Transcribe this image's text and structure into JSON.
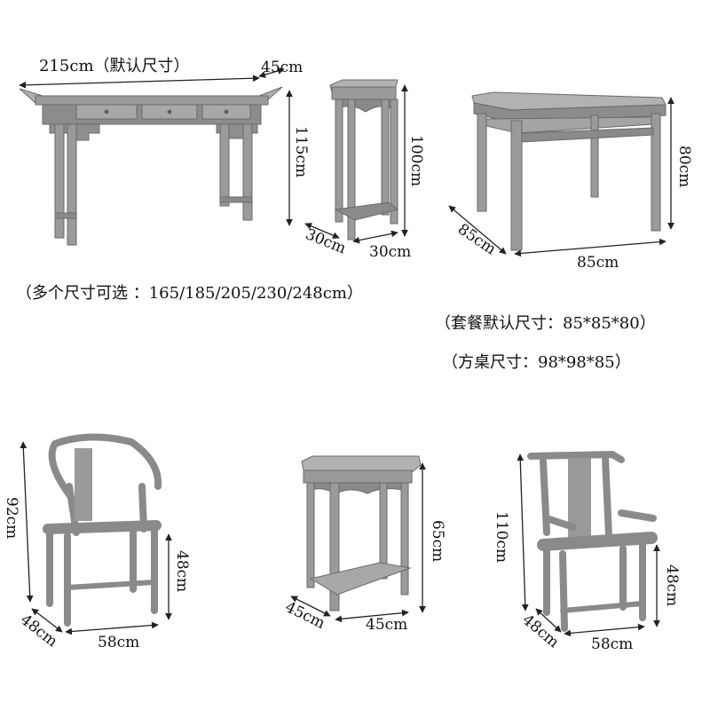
{
  "colors": {
    "furniture_fill": "#9a9a9a",
    "furniture_dark": "#7a7a7a",
    "furniture_light": "#b8b8b8",
    "line": "#222222",
    "background": "#ffffff"
  },
  "altar_table": {
    "width": "215cm（默认尺寸）",
    "depth": "45cm",
    "height": "115cm"
  },
  "plant_stand": {
    "height": "100cm",
    "depth": "30cm",
    "width": "30cm"
  },
  "square_table": {
    "height": "80cm",
    "depth": "85cm",
    "width": "85cm"
  },
  "notes": {
    "sizes": "（多个尺寸可选 ：165/185/205/230/248cm）",
    "set_default": "（套餐默认尺寸：85*85*80）",
    "square_table_size": "（方桌尺寸：98*98*85）"
  },
  "round_back_chair": {
    "height": "92cm",
    "seat_height": "48cm",
    "depth": "48cm",
    "width": "58cm"
  },
  "side_table": {
    "height": "65cm",
    "depth": "45cm",
    "width": "45cm"
  },
  "official_hat_chair": {
    "height": "110cm",
    "seat_height": "48cm",
    "depth": "48cm",
    "width": "58cm"
  }
}
